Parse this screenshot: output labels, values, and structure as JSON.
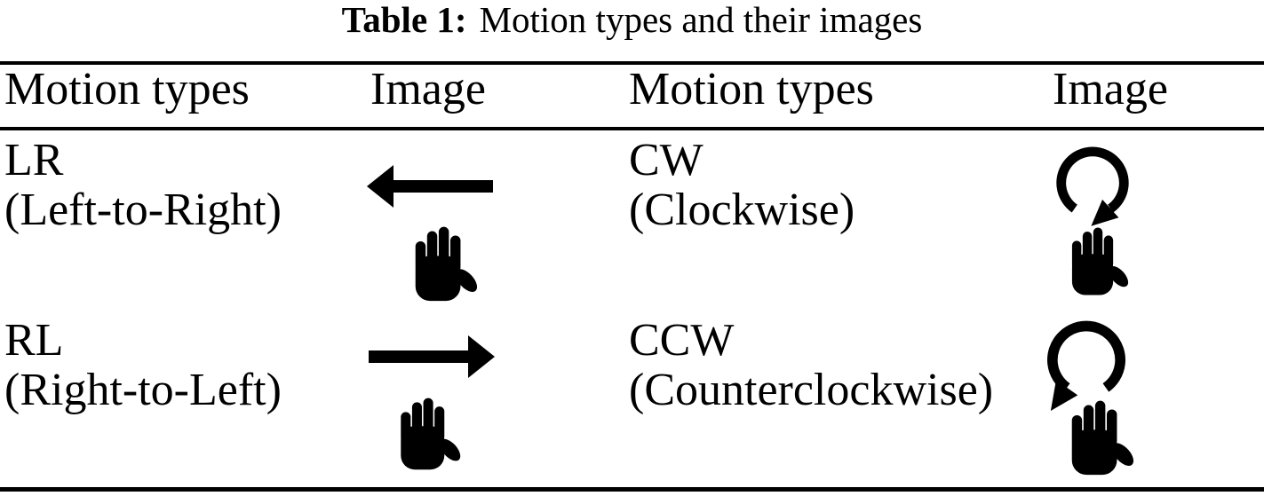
{
  "table": {
    "title": {
      "label": "Table 1:",
      "text": "Motion types and their images"
    },
    "columns": [
      "Motion types",
      "Image",
      "Motion types",
      "Image"
    ],
    "rows": [
      {
        "left": {
          "code": "LR",
          "name": "(Left-to-Right)",
          "image": "left-arrow-with-hand"
        },
        "right": {
          "code": "CW",
          "name": "(Clockwise)",
          "image": "clockwise-arrow-with-hand"
        }
      },
      {
        "left": {
          "code": "RL",
          "name": "(Right-to-Left)",
          "image": "right-arrow-with-hand"
        },
        "right": {
          "code": "CCW",
          "name": "(Counterclockwise)",
          "image": "counterclockwise-arrow-with-hand"
        }
      }
    ],
    "icons": {
      "left_arrow": "left-arrow-icon",
      "right_arrow": "right-arrow-icon",
      "clockwise_arrow": "clockwise-rotation-arrow-icon",
      "counterclockwise_arrow": "counterclockwise-rotation-arrow-icon",
      "hand": "raised-hand-icon"
    },
    "colors": {
      "ink": "#000000",
      "background": "#ffffff"
    }
  }
}
